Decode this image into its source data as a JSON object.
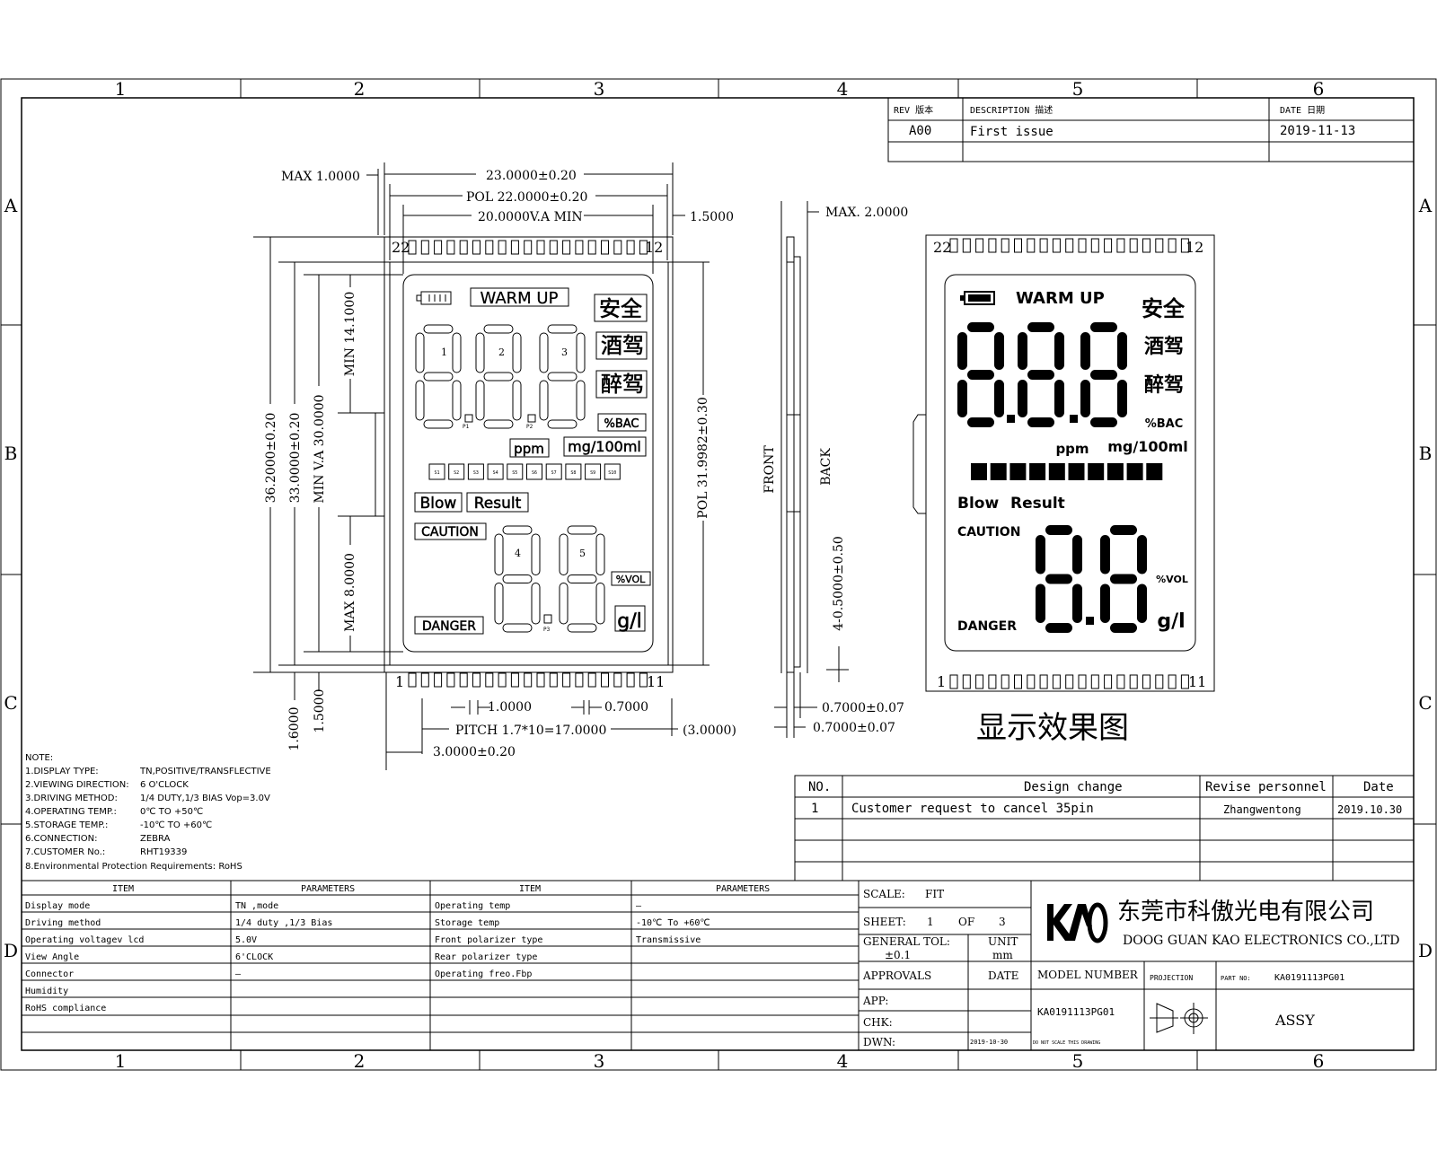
{
  "title_block": {
    "zone_cols": [
      "1",
      "2",
      "3",
      "4",
      "5",
      "6"
    ],
    "zone_rows": [
      "A",
      "B",
      "C",
      "D"
    ],
    "rev_header": {
      "rev": "REV 版本",
      "desc": "DESCRIPTION 描述",
      "date": "DATE 日期"
    },
    "rev_row": {
      "rev": "A00",
      "desc": "First issue",
      "date": "2019-11-13"
    },
    "company_cn": "东莞市科傲光电有限公司",
    "company_en": "DOOG GUAN KAO  ELECTRONICS  CO.,LTD",
    "scale_label": "SCALE:",
    "scale_value": "FIT",
    "sheet_label": "SHEET:",
    "sheet_value": "1",
    "sheet_of": "OF",
    "sheet_total": "3",
    "tol_label": "GENERAL TOL:",
    "tol_value": "±0.1",
    "unit_label": "UNIT",
    "unit_value": "mm",
    "approvals": "APPROVALS",
    "date_label": "DATE",
    "model_label": "MODEL NUMBER",
    "model_value": "KA0191113PG01",
    "projection": "PROJECTION",
    "partno_label": "PART NO:",
    "partno_value": "KA0191113PG01",
    "app": "APP:",
    "chk": "CHK:",
    "dwn": "DWN:",
    "dwn_date": "2019-10-30",
    "no_scale": "DO NOT SCALE THIS DRAWING",
    "assy": "ASSY"
  },
  "change_table": {
    "headers": [
      "NO.",
      "Design change",
      "Revise personnel",
      "Date"
    ],
    "rows": [
      [
        "1",
        "Customer request to cancel 35pin",
        "Zhangwentong",
        "2019.10.30"
      ]
    ]
  },
  "notes": {
    "title": "NOTE:",
    "lines": [
      [
        "1.DISPLAY TYPE:",
        "TN,POSITIVE/TRANSFLECTIVE"
      ],
      [
        "2.VIEWING DIRECTION:",
        "6 O'CLOCK"
      ],
      [
        "3.DRIVING METHOD:",
        "1/4 DUTY,1/3 BIAS Vop=3.0V"
      ],
      [
        "4.OPERATING TEMP.:",
        "0℃ TO +50℃"
      ],
      [
        "5.STORAGE TEMP.:",
        "-10℃ TO +60℃"
      ],
      [
        "6.CONNECTION:",
        "ZEBRA"
      ],
      [
        "7.CUSTOMER No.:",
        "RHT19339"
      ],
      [
        "8.Environmental Protection Requirements: RoHS",
        ""
      ]
    ]
  },
  "spec_table": {
    "headers": [
      "ITEM",
      "PARAMETERS",
      "ITEM",
      "PARAMETERS"
    ],
    "rows": [
      [
        "Display mode",
        "TN ,mode",
        "Operating temp",
        "—"
      ],
      [
        "Driving method",
        "1/4 duty ,1/3 Bias",
        "Storage temp",
        "-10℃ To +60℃"
      ],
      [
        "Operating voltagev lcd",
        "5.0V",
        "Front polarizer type",
        "Transmissive"
      ],
      [
        "View Angle",
        "6'CLOCK",
        "Rear polarizer type",
        ""
      ],
      [
        "Connector",
        "—",
        "Operating freo.Fbp",
        ""
      ],
      [
        "Humidity",
        "",
        "",
        ""
      ],
      [
        "RoHS compliance",
        "",
        "",
        ""
      ],
      [
        "",
        "",
        "",
        ""
      ]
    ]
  },
  "dimensions": {
    "max_top": "MAX 1.0000",
    "overall_w": "23.0000±0.20",
    "pol_w": "POL 22.0000±0.20",
    "va_w": "20.0000V.A MIN",
    "right_off": "1.5000",
    "max_side": "MAX. 2.0000",
    "h1": "36.2000±0.20",
    "h2": "33.0000±0.20",
    "va_h": "MIN V.A 30.0000",
    "min_h": "MIN 14.1000",
    "max_h": "MAX 8.0000",
    "pol_h": "POL 31.9982±0.30",
    "bot1": "1.6000",
    "bot2": "1.5000",
    "pin_w": "1.0000",
    "pin_gap": "0.7000",
    "pitch": "PITCH 1.7*10=17.0000",
    "pitch_end": "(3.0000)",
    "left_off": "3.0000±0.20",
    "front": "FRONT",
    "back": "BACK",
    "side_small": "4-0.5000±0.50",
    "side_pin1": "0.7000±0.07",
    "side_pin2": "0.7000±0.07"
  },
  "lcd": {
    "pin_left_top": "22",
    "pin_right_top": "12",
    "pin_left_bottom": "1",
    "pin_right_bottom": "11",
    "warm_up": "WARM UP",
    "safe": "安全",
    "drink": "酒驾",
    "drunk": "醉驾",
    "bac": "%BAC",
    "ppm": "ppm",
    "mgml": "mg/100ml",
    "blow": "Blow",
    "result": "Result",
    "caution": "CAUTION",
    "danger": "DANGER",
    "vol": "%VOL",
    "gl": "g/l",
    "digit_labels": [
      "1",
      "2",
      "3",
      "4",
      "5"
    ],
    "p_labels": [
      "P1",
      "P2",
      "P3"
    ],
    "bar_labels": [
      "S1",
      "S2",
      "S3",
      "S4",
      "S5",
      "S6",
      "S7",
      "S8",
      "S9",
      "S10"
    ],
    "effect_title": "显示效果图"
  }
}
